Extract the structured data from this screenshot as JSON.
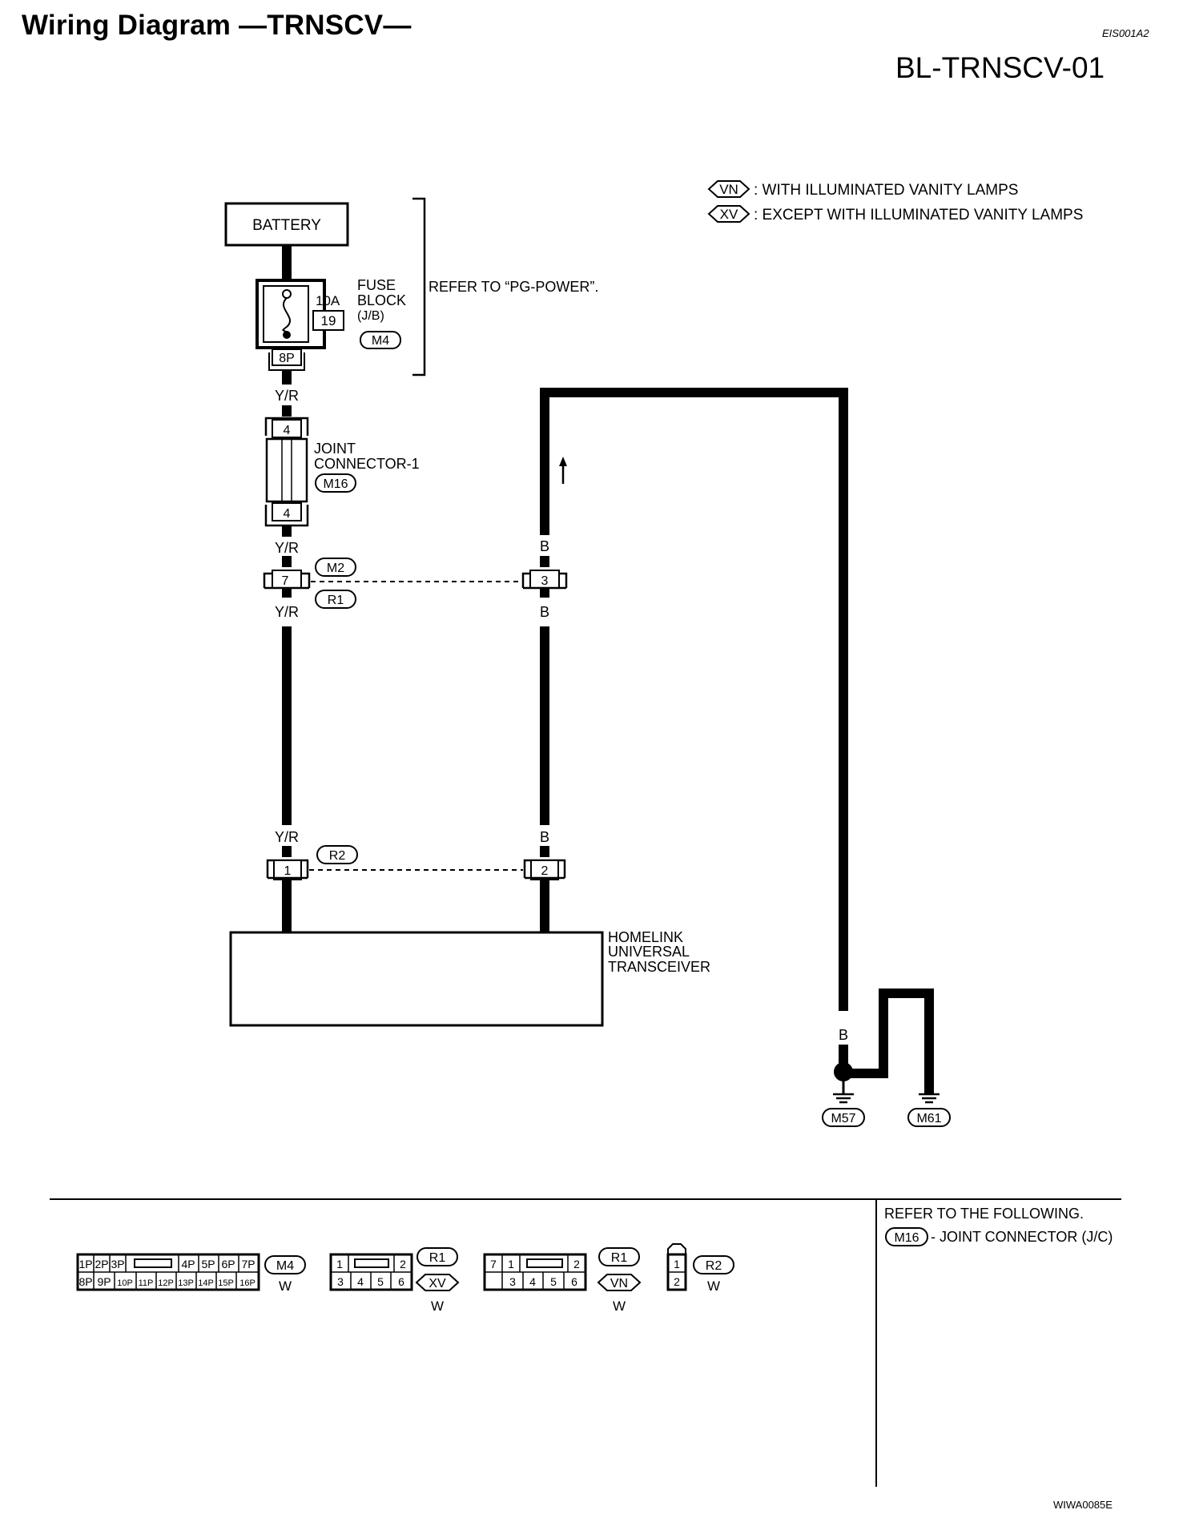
{
  "header": {
    "title": "Wiring Diagram —TRNSCV—",
    "doc_code": "EIS001A2",
    "diagram_id": "BL-TRNSCV-01"
  },
  "legend": [
    {
      "code": "VN",
      "text": ": WITH ILLUMINATED VANITY LAMPS"
    },
    {
      "code": "XV",
      "text": ": EXCEPT WITH ILLUMINATED VANITY LAMPS"
    }
  ],
  "power": {
    "battery_label": "BATTERY",
    "fuse_rating": "10A",
    "fuse_number": "19",
    "fuse_block_lines": [
      "FUSE",
      "BLOCK",
      "(J/B)"
    ],
    "fuse_block_connector": "M4",
    "fuse_terminal": "8P",
    "refer_text": "REFER TO “PG-POWER”."
  },
  "joint_connector": {
    "label_lines": [
      "JOINT",
      "CONNECTOR-1"
    ],
    "connector": "M16",
    "terminal_top": "4",
    "terminal_bottom": "4"
  },
  "inline_connector_top": {
    "upper": "M2",
    "lower": "R1",
    "left_terminal": "7",
    "right_terminal": "3"
  },
  "inline_connector_bottom": {
    "name": "R2",
    "left_terminal": "1",
    "right_terminal": "2"
  },
  "wire_colors": {
    "left_a": "Y/R",
    "left_b": "Y/R",
    "left_c": "Y/R",
    "left_d": "Y/R",
    "right_a": "B",
    "right_b": "B",
    "right_c": "B",
    "ground_a": "B",
    "ground_b": "B",
    "ground_c": "B"
  },
  "component": {
    "lines": [
      "HOMELINK",
      "UNIVERSAL",
      "TRANSCEIVER"
    ]
  },
  "grounds": [
    "M57",
    "M61"
  ],
  "connector_views": {
    "m4": {
      "top": [
        "1P",
        "2P",
        "3P",
        "4P",
        "5P",
        "6P",
        "7P"
      ],
      "bottom": [
        "8P",
        "9P",
        "10P",
        "11P",
        "12P",
        "13P",
        "14P",
        "15P",
        "16P"
      ],
      "name": "M4",
      "color": "W"
    },
    "r1_xv": {
      "top": [
        "1",
        "2"
      ],
      "bottom": [
        "3",
        "4",
        "5",
        "6"
      ],
      "name": "R1",
      "variant": "XV",
      "color": "W"
    },
    "r1_vn": {
      "top": [
        "7",
        "1",
        "2"
      ],
      "bottom": [
        "3",
        "4",
        "5",
        "6"
      ],
      "name": "R1",
      "variant": "VN",
      "color": "W"
    },
    "r2": {
      "cells": [
        "1",
        "2"
      ],
      "name": "R2",
      "color": "W"
    }
  },
  "refer_box": {
    "heading": "REFER TO THE FOLLOWING.",
    "item_connector": "M16",
    "item_text": "- JOINT CONNECTOR (J/C)"
  },
  "figure_code": "WIWA0085E"
}
